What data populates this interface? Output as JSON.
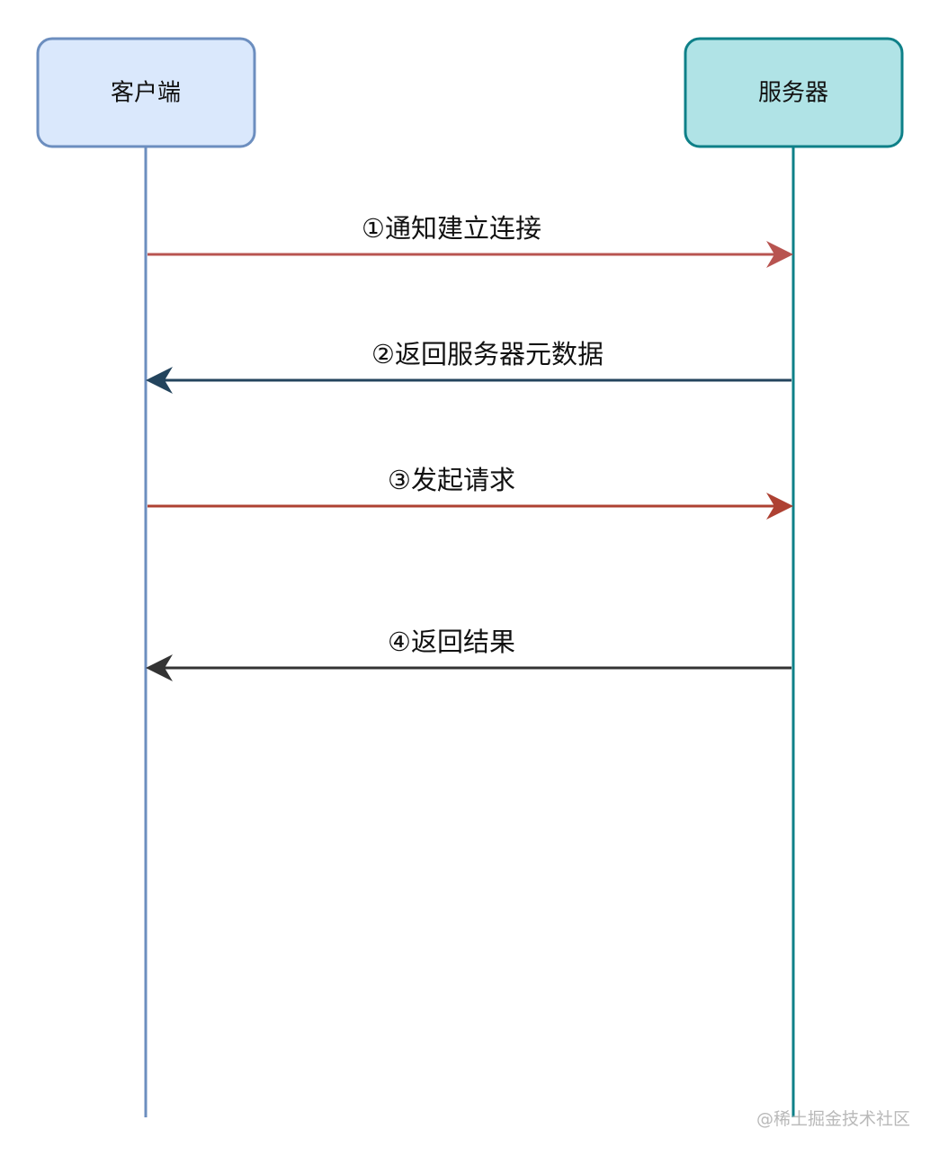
{
  "participants": [
    {
      "id": "client",
      "label": "客户端",
      "fill": "#dae8fc",
      "stroke": "#6c8ebf"
    },
    {
      "id": "server",
      "label": "服务器",
      "fill": "#b0e3e6",
      "stroke": "#0e8088"
    }
  ],
  "messages": [
    {
      "label": "①通知建立连接",
      "from": "client",
      "to": "server",
      "color": "#b85450"
    },
    {
      "label": "②返回服务器元数据",
      "from": "server",
      "to": "client",
      "color": "#23445d"
    },
    {
      "label": "③发起请求",
      "from": "client",
      "to": "server",
      "color": "#ae4132"
    },
    {
      "label": "④返回结果",
      "from": "server",
      "to": "client",
      "color": "#333333"
    }
  ],
  "watermark": "@稀土掘金技术社区"
}
